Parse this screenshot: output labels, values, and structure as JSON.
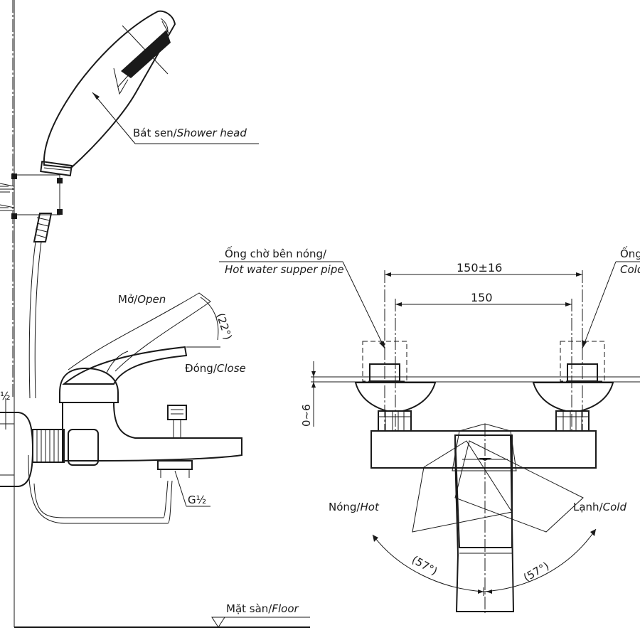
{
  "labels": {
    "shower_head": "Bát sen/",
    "shower_head_en": "Shower head",
    "open": "Mở/",
    "open_en": "Open",
    "close": "Đóng/",
    "close_en": "Close",
    "angle_open": "22°",
    "thread_side": "G½",
    "thread_left": "½",
    "floor": "Mặt sàn/",
    "floor_en": "Floor",
    "hot_pipe": "Ống chờ bên nóng/",
    "hot_pipe_en": "Hot water supper pipe",
    "cold_pipe": "Ống",
    "cold_pipe_en": "Cold",
    "dim_outer": "150±16",
    "dim_inner": "150",
    "dim_vertical": "0~6",
    "hot": "Nóng/",
    "hot_en": "Hot",
    "cold": "Lạnh/",
    "cold_en": "Cold",
    "angle_hot": "57°",
    "angle_cold": "57°"
  },
  "colors": {
    "line": "#1a1a1a",
    "background": "#ffffff"
  }
}
